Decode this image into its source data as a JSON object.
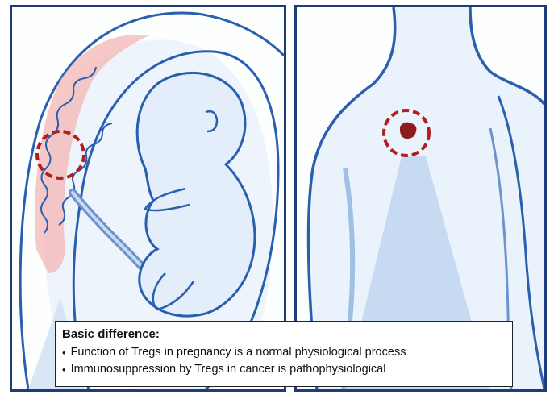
{
  "caption": {
    "title": "Basic difference:",
    "bullets": [
      "Function of Tregs in pregnancy is a normal physiological process",
      "Immunosuppression by Tregs in cancer is pathophysiological"
    ]
  },
  "colors": {
    "frame": "#1d3d78",
    "outline_blue": "#2a5fb0",
    "shade_blue": "#9fbfe6",
    "placenta_red": "#e56a6a",
    "marker_red": "#b01e1e",
    "tumor": "#8a1e1e"
  }
}
